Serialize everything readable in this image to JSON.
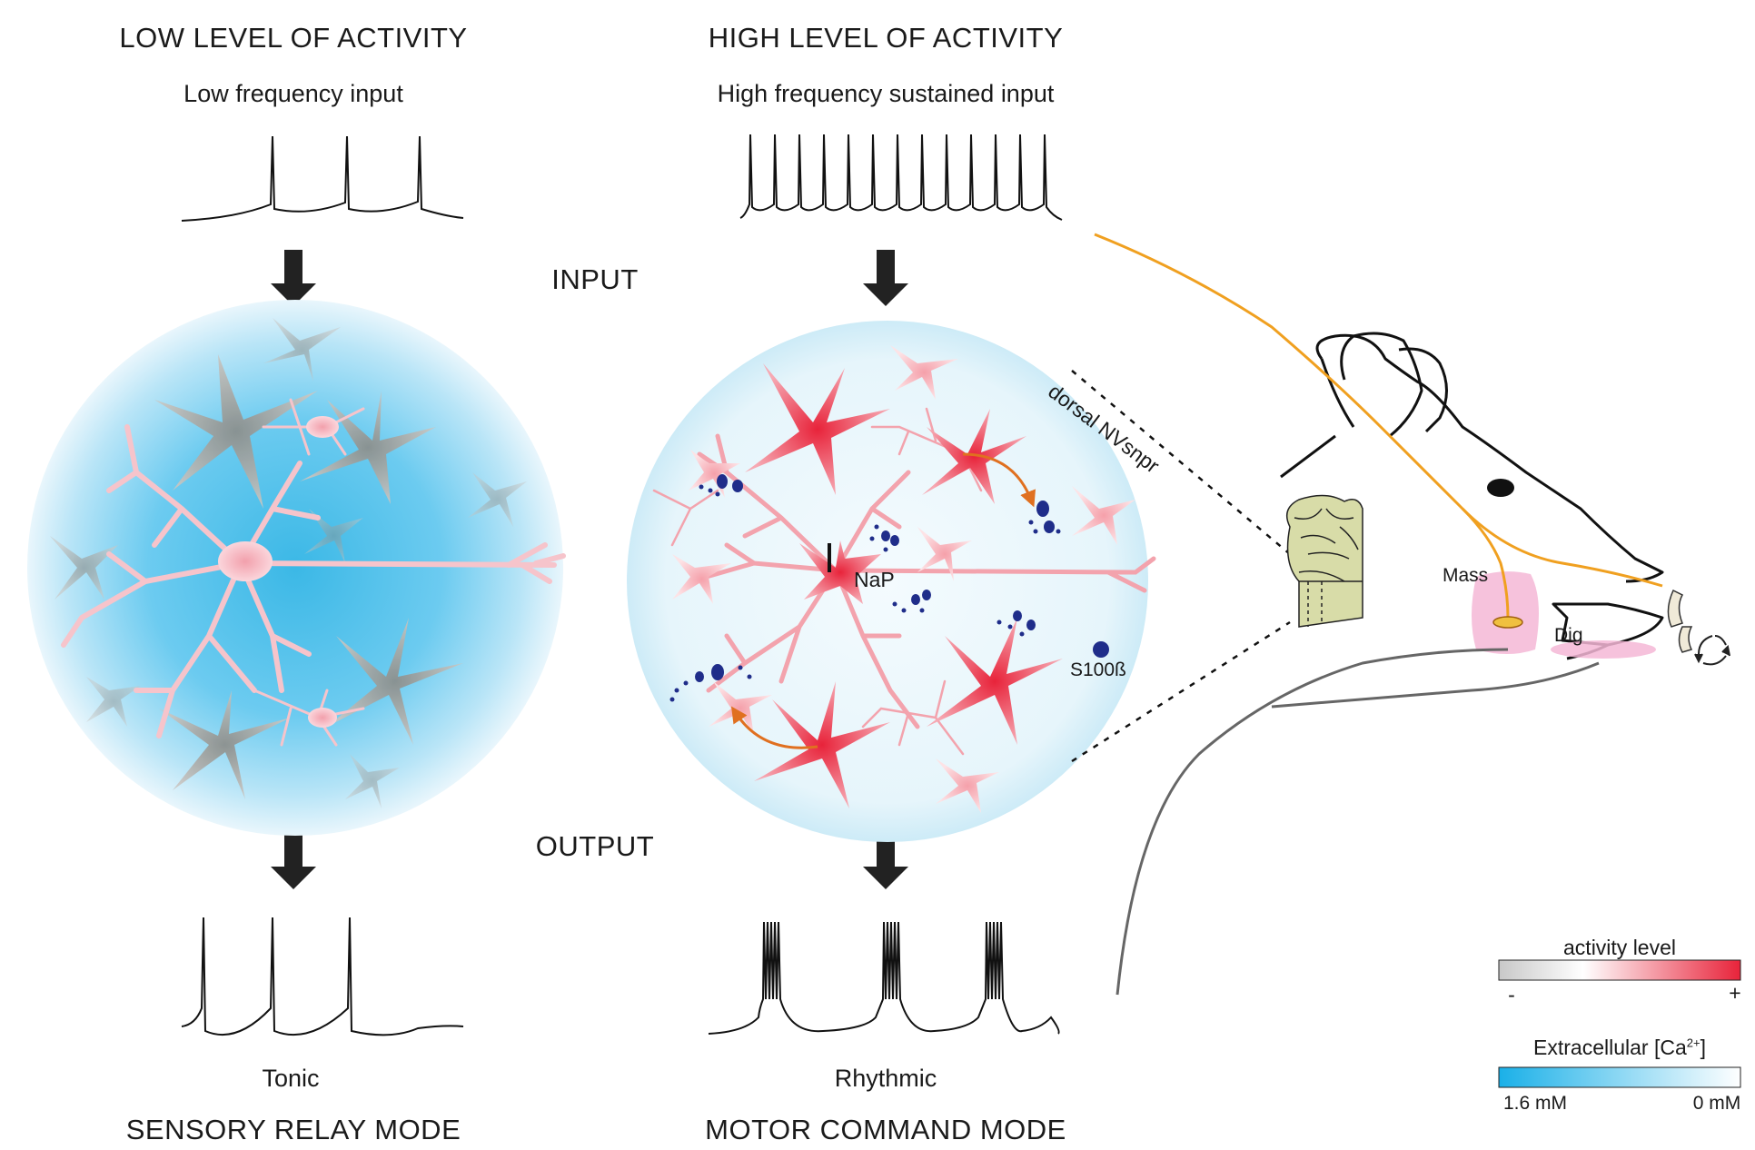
{
  "headings": {
    "low_title": "LOW LEVEL OF ACTIVITY",
    "high_title": "HIGH LEVEL OF ACTIVITY",
    "low_input": "Low frequency input",
    "high_input": "High frequency sustained input",
    "input_label": "INPUT",
    "output_label": "OUTPUT",
    "tonic": "Tonic",
    "rhythmic": "Rhythmic",
    "sensory_mode": "SENSORY RELAY MODE",
    "motor_mode": "MOTOR COMMAND MODE"
  },
  "annotations": {
    "nap": "NaP",
    "s100b": "S100ß",
    "dorsal": "dorsal NVsnpr",
    "mass": "Mass",
    "dig": "Dig"
  },
  "legend": {
    "activity_title": "activity level",
    "activity_min": "-",
    "activity_max": "+",
    "ca_title_prefix": "Extracellular [Ca",
    "ca_title_sup": "2+",
    "ca_title_suffix": "]",
    "ca_left": "1.6 mM",
    "ca_right": "0 mM"
  },
  "colors": {
    "activity_low": "#f2f2f2",
    "activity_high": "#e8233a",
    "calcium_high": "#1ab0e8",
    "calcium_low": "#ffffff",
    "nerve": "#f0a020",
    "glia": "#1f2d8a",
    "brainstem": "#d8dca8"
  }
}
